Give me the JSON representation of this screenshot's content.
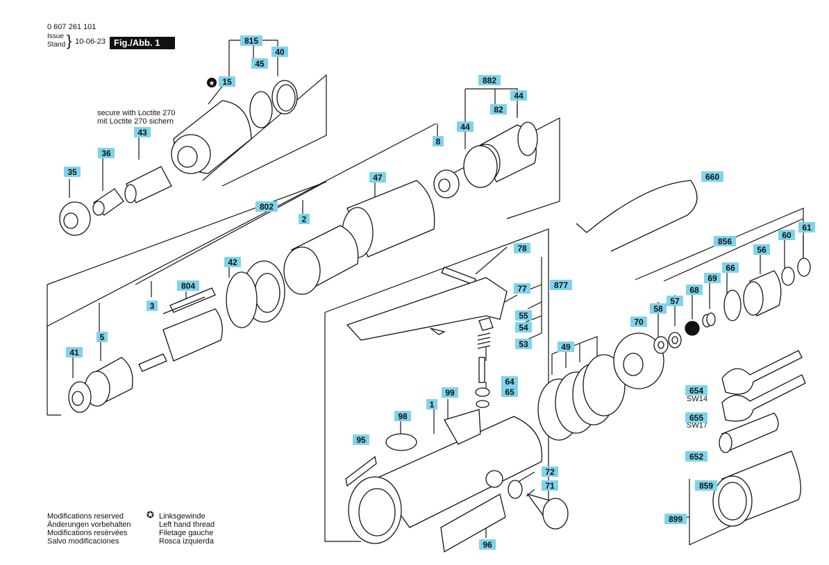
{
  "header": {
    "doc_number": "0 607 261 101",
    "issue_label": "Issue",
    "stand_label": "Stand",
    "brace": "}",
    "date": "10-06-23",
    "figure": "Fig./Abb. 1"
  },
  "notes": {
    "loctite_en": "secure with Loctite 270",
    "loctite_de": "mit Loctite 270 sichern",
    "modifications": [
      "Modifications reserved",
      "Änderungen vorbehalten",
      "Modifications resérvées",
      "Salvo modificaciones"
    ],
    "left_hand": [
      "Linksgewinde",
      "Left hand thread",
      "Filetage gauche",
      "Rosca izquierda"
    ],
    "sw14": "SW14",
    "sw17": "SW17"
  },
  "colors": {
    "callout_fill": "#7fd3ea",
    "line": "#111111"
  },
  "callouts": [
    {
      "label": "815"
    },
    {
      "label": "45"
    },
    {
      "label": "40"
    },
    {
      "label": "15"
    },
    {
      "label": "43"
    },
    {
      "label": "36"
    },
    {
      "label": "35"
    },
    {
      "label": "882"
    },
    {
      "label": "82"
    },
    {
      "label": "44"
    },
    {
      "label": "44"
    },
    {
      "label": "8"
    },
    {
      "label": "47"
    },
    {
      "label": "2"
    },
    {
      "label": "802"
    },
    {
      "label": "42"
    },
    {
      "label": "804"
    },
    {
      "label": "3"
    },
    {
      "label": "5"
    },
    {
      "label": "41"
    },
    {
      "label": "660"
    },
    {
      "label": "78"
    },
    {
      "label": "77"
    },
    {
      "label": "877"
    },
    {
      "label": "55"
    },
    {
      "label": "54"
    },
    {
      "label": "53"
    },
    {
      "label": "64"
    },
    {
      "label": "65"
    },
    {
      "label": "49"
    },
    {
      "label": "70"
    },
    {
      "label": "856"
    },
    {
      "label": "56"
    },
    {
      "label": "60"
    },
    {
      "label": "61"
    },
    {
      "label": "66"
    },
    {
      "label": "69"
    },
    {
      "label": "68"
    },
    {
      "label": "57"
    },
    {
      "label": "58"
    },
    {
      "label": "654"
    },
    {
      "label": "655"
    },
    {
      "label": "652"
    },
    {
      "label": "859"
    },
    {
      "label": "899"
    },
    {
      "label": "99"
    },
    {
      "label": "1"
    },
    {
      "label": "98"
    },
    {
      "label": "95"
    },
    {
      "label": "72"
    },
    {
      "label": "71"
    },
    {
      "label": "96"
    }
  ]
}
